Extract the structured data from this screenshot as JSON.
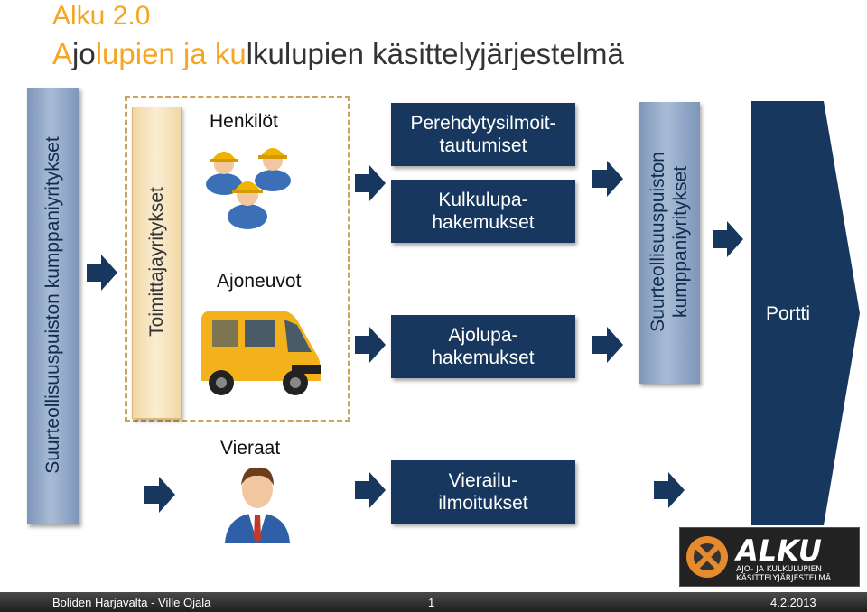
{
  "title": {
    "line1": "Alku 2.0",
    "line2_parts": [
      "A",
      "jo",
      "lupien ja ",
      "ku",
      "lkulupien käsittelyjärjestelmä"
    ]
  },
  "left_bar": {
    "label": "Suurteollisuuspuiston kumppaniyritykset"
  },
  "supplier_bar": {
    "label": "Toimittajayritykset"
  },
  "groups": {
    "persons": "Henkilöt",
    "vehicles": "Ajoneuvot",
    "visitors": "Vieraat"
  },
  "process_boxes": [
    "Perehdytysilmoit-\ntautumiset",
    "Kulkulupa-\nhakemukset",
    "Ajolupa-\nhakemukset",
    "Vierailu-\nilmoitukset"
  ],
  "right_bar": {
    "label": "Suurteollisuuspuiston\nkumppaniyritykset"
  },
  "gate": {
    "label": "Portti"
  },
  "logo": {
    "word": "ALKU",
    "line1": "AJO- JA KULKULUPIEN",
    "line2": "KÄSITTELYJÄRJESTELMÄ"
  },
  "footer": {
    "left": "Boliden Harjavalta - Ville Ojala",
    "page": "1",
    "date": "4.2.2013"
  },
  "colors": {
    "orange": "#F5A623",
    "navy": "#17375e",
    "steel": "#8ea4c4"
  }
}
